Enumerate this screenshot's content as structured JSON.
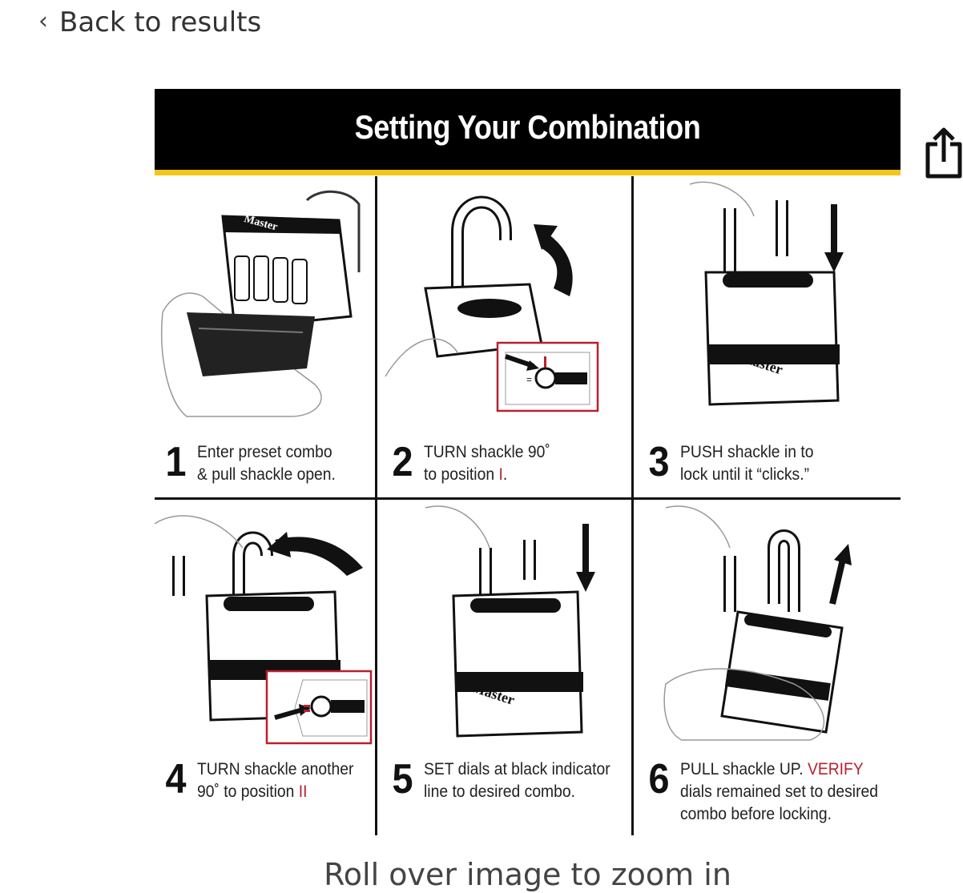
{
  "nav": {
    "back_label": "Back to results",
    "back_icon": "chevron-left-icon"
  },
  "share": {
    "icon": "share-icon"
  },
  "figure": {
    "title": "Setting Your Combination",
    "brand_text": "Master",
    "indicator_mark": "I",
    "indicator_mark_2": "II",
    "accent_color": "#f5c518",
    "highlight_color": "#b8202e",
    "steps": [
      {
        "num": "1",
        "line1": "Enter preset combo",
        "line2": "& pull shackle open."
      },
      {
        "num": "2",
        "line1": "TURN shackle 90˚",
        "line2a": "to position ",
        "line2b": "I",
        "line2c": "."
      },
      {
        "num": "3",
        "line1": "PUSH shackle in to",
        "line2": "lock until it “clicks.”"
      },
      {
        "num": "4",
        "line1": "TURN shackle another",
        "line2a": "90˚ to position ",
        "line2b": "II"
      },
      {
        "num": "5",
        "line1": "SET dials at black indicator",
        "line2": "line to desired combo."
      },
      {
        "num": "6",
        "line1a": "PULL shackle UP. ",
        "line1b": "VERIFY",
        "line2": "dials remained set to desired",
        "line3": "combo before locking."
      }
    ]
  },
  "zoom_hint": "Roll over image to zoom in"
}
